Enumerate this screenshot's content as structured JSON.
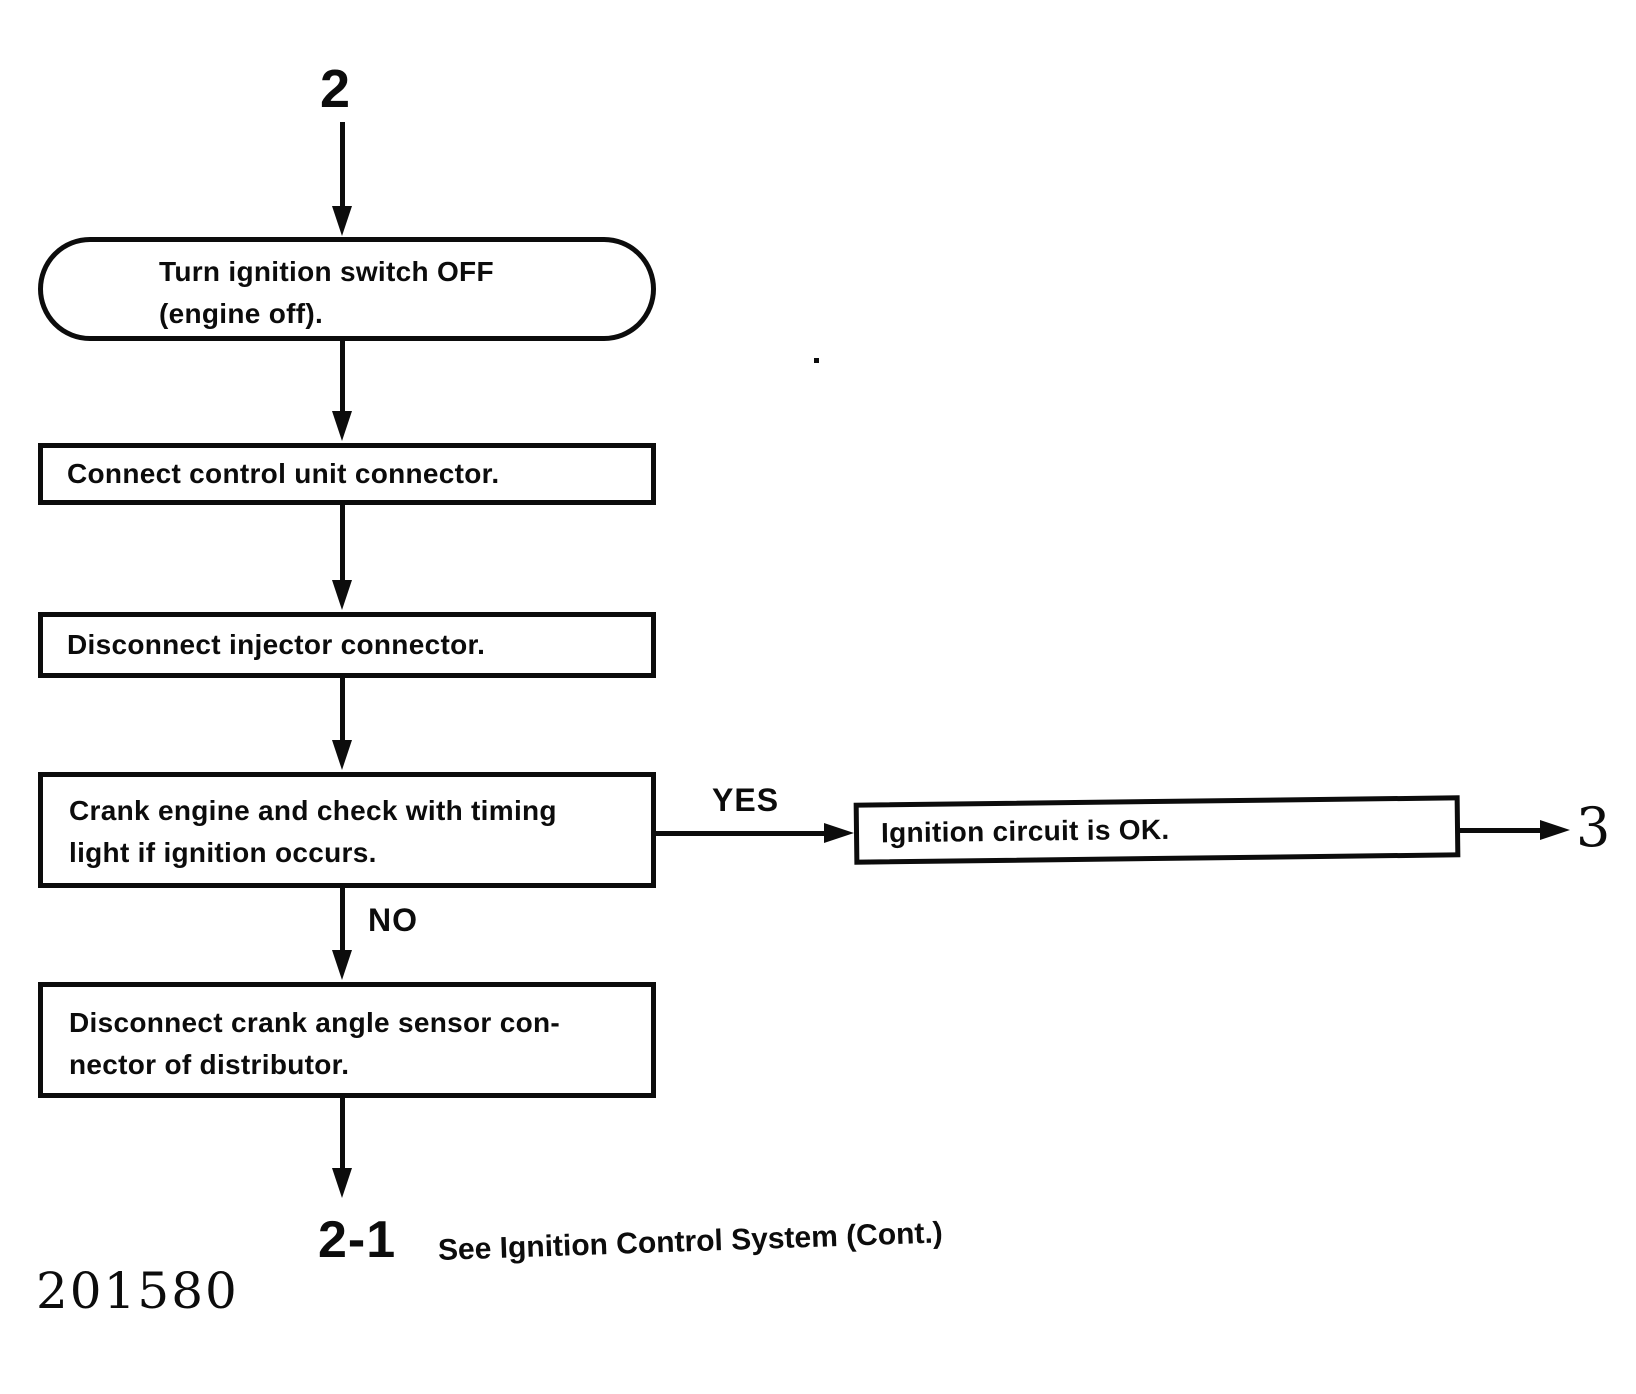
{
  "figure_number": "201580",
  "colors": {
    "ink": "#0c0c0c",
    "paper": "#ffffff"
  },
  "flow": {
    "entry_label": "2",
    "exit_label": "3",
    "yes_label": "YES",
    "no_label": "NO",
    "continuation_label": "2-1",
    "continuation_note": "See Ignition Control System (Cont.)",
    "nodes": [
      {
        "id": "turn-ignition-off",
        "type": "terminator",
        "lines": [
          "Turn ignition switch OFF",
          "(engine off)."
        ]
      },
      {
        "id": "connect-control-unit",
        "type": "process",
        "lines": [
          "Connect control unit connector."
        ]
      },
      {
        "id": "disconnect-injector",
        "type": "process",
        "lines": [
          "Disconnect injector connector."
        ]
      },
      {
        "id": "crank-engine-check",
        "type": "process",
        "lines": [
          "Crank engine and check with timing",
          "light if ignition occurs."
        ]
      },
      {
        "id": "ignition-circuit-ok",
        "type": "process",
        "lines": [
          "Ignition circuit is OK."
        ]
      },
      {
        "id": "disconnect-crank-angle-sensor",
        "type": "process",
        "lines": [
          "Disconnect crank angle sensor con-",
          "nector of distributor."
        ]
      }
    ]
  }
}
